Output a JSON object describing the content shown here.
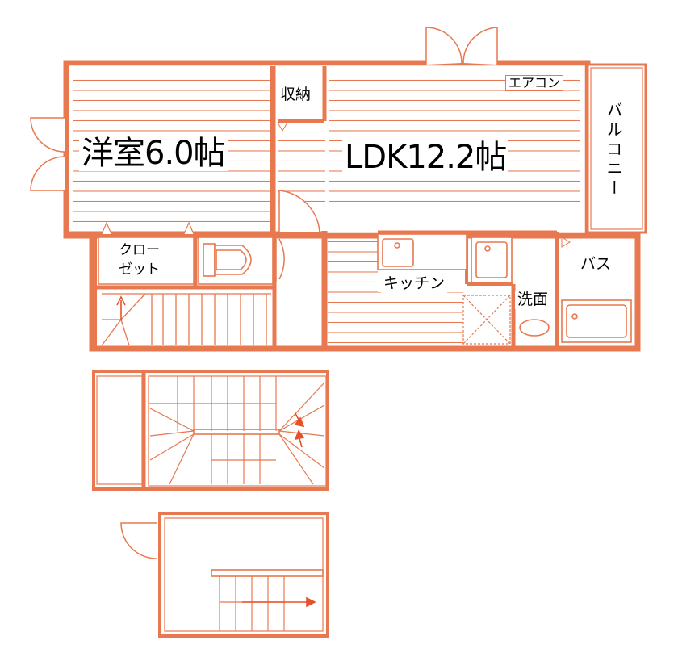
{
  "colors": {
    "wall": "#E8784F",
    "line": "#E8784F",
    "arrow": "#E8512A",
    "text": "#000000"
  },
  "rooms": {
    "western_room": "洋室6.0帖",
    "ldk": "LDK12.2帖",
    "storage": "収納",
    "aircon": "エアコン",
    "balcony": "バルコニー",
    "closet_line1": "クロー",
    "closet_line2": "ゼット",
    "kitchen": "キッチン",
    "washroom": "洗面",
    "bath": "バス"
  }
}
